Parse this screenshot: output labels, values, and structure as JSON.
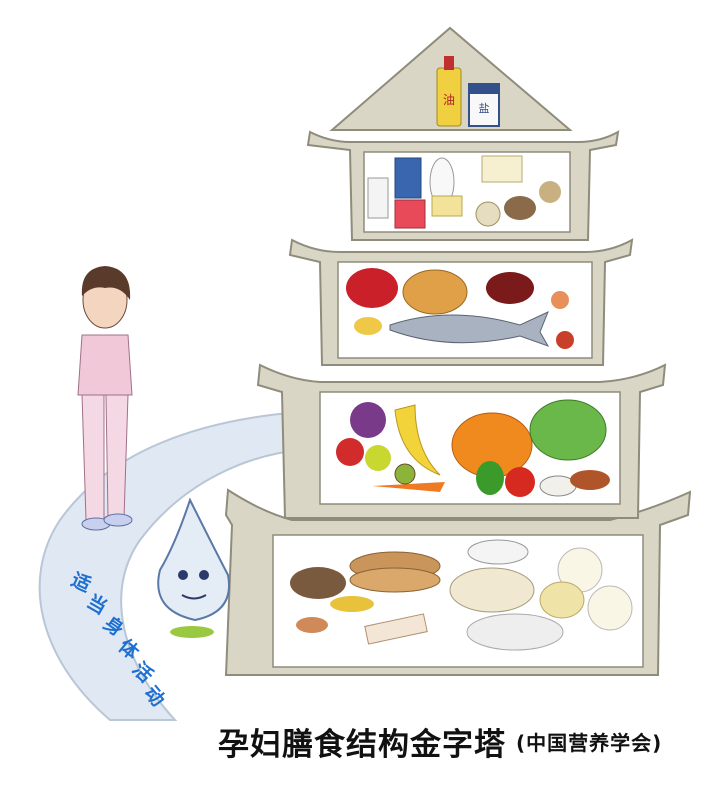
{
  "caption": {
    "title": "孕妇膳食结构金字塔",
    "source": "(中国营养学会)"
  },
  "path_label": {
    "text": "适当身体活动",
    "chars": [
      "适",
      "当",
      "身",
      "体",
      "活",
      "动"
    ]
  },
  "bottle_labels": {
    "oil": "油",
    "salt": "盐"
  },
  "tiers": [
    {
      "level": 1,
      "contents": [
        "oil",
        "salt"
      ]
    },
    {
      "level": 2,
      "contents": [
        "milk",
        "dairy",
        "cheese",
        "nuts",
        "beans"
      ]
    },
    {
      "level": 3,
      "contents": [
        "red meat",
        "chicken",
        "liver",
        "fish",
        "shrimp",
        "eggs"
      ]
    },
    {
      "level": 4,
      "contents": [
        "grapes",
        "bananas",
        "apples",
        "pumpkin",
        "cabbage",
        "carrot",
        "tomato",
        "pepper",
        "mushroom",
        "kiwi"
      ]
    },
    {
      "level": 5,
      "contents": [
        "bread",
        "pancakes",
        "rice",
        "noodles",
        "dumplings",
        "buns",
        "corn",
        "grains",
        "potato"
      ]
    }
  ],
  "colors": {
    "tier_fill": "#d9d6c5",
    "tier_stroke": "#8f8c7c",
    "path_fill": "#dfe8f3",
    "path_text": "#1e6fd0"
  }
}
